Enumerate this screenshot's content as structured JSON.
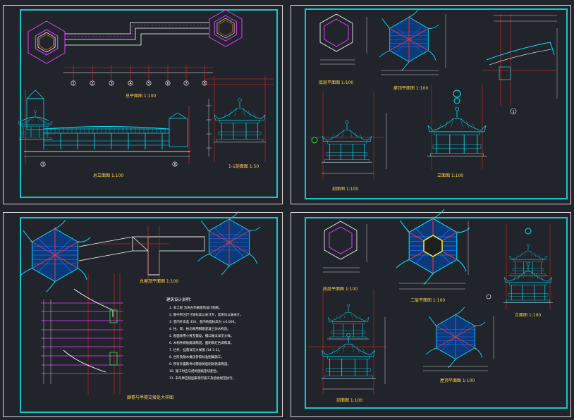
{
  "colors": {
    "background": "#21252b",
    "frame": "#d8d8d8",
    "border": "#19c4cf",
    "structure": "#00e5ff",
    "axis": "#ff2020",
    "dimension": "#ffffff",
    "hatch": "#2e6bff",
    "caption": "#ffd24a",
    "accent": "#e53cff",
    "highlight": "#ffff33"
  },
  "sheets": [
    {
      "id": "top-left",
      "captions": {
        "plan": "总平面图  1:100",
        "elevation": "总立面图  1:100",
        "section": "1-1剖面图  1:50"
      },
      "grid_numbers": [
        "1",
        "2",
        "3",
        "4",
        "5",
        "6",
        "7",
        "8"
      ],
      "callout_start": "1",
      "callout_end": "8"
    },
    {
      "id": "top-right",
      "captions": {
        "plan": "底层平面图  1:100",
        "roof": "屋顶平面图  1:100",
        "elevation": "立面图  1:100",
        "section": "剖面图  1:100"
      },
      "callout": "1"
    },
    {
      "id": "bottom-left",
      "captions": {
        "roof_plan": "总屋顶平面图  1:100",
        "detail": "廊檐与亭檐交接处大样图"
      },
      "notes_title": "建筑设计说明：",
      "notes": [
        "1.   本工程  为仿古亭廊建筑设计图纸。",
        "2.   图中所注尺寸除标高以米计外，其余均以毫米计。",
        "3.   室内外高差 450，室内地面标高为 ±0.000。",
        "4.   柱、梁、枋均采用钢筋混凝土仿木构造。",
        "5.   屋面采用小青瓦铺设，檐口做法详见大样。",
        "6.   木构件刷防腐漆两道，面刷朱红色调和漆。",
        "7.   栏杆、挂落详见大样图  (14-1-2)。",
        "8.   台阶及散水做法参照标准图集施工。",
        "9.   所有外露铁件均需除锈后刷防锈漆两道。",
        "10.  施工时应与结构图纸密切配合。",
        "11.  未尽事宜按国家现行施工及验收规范执行。"
      ]
    },
    {
      "id": "bottom-right",
      "captions": {
        "plan": "底层平面图  1:100",
        "upper_plan": "二层平面图  1:100",
        "elevation": "立面图  1:100",
        "roof": "屋顶平面图  1:100",
        "section": "剖面图  1:100"
      }
    }
  ]
}
